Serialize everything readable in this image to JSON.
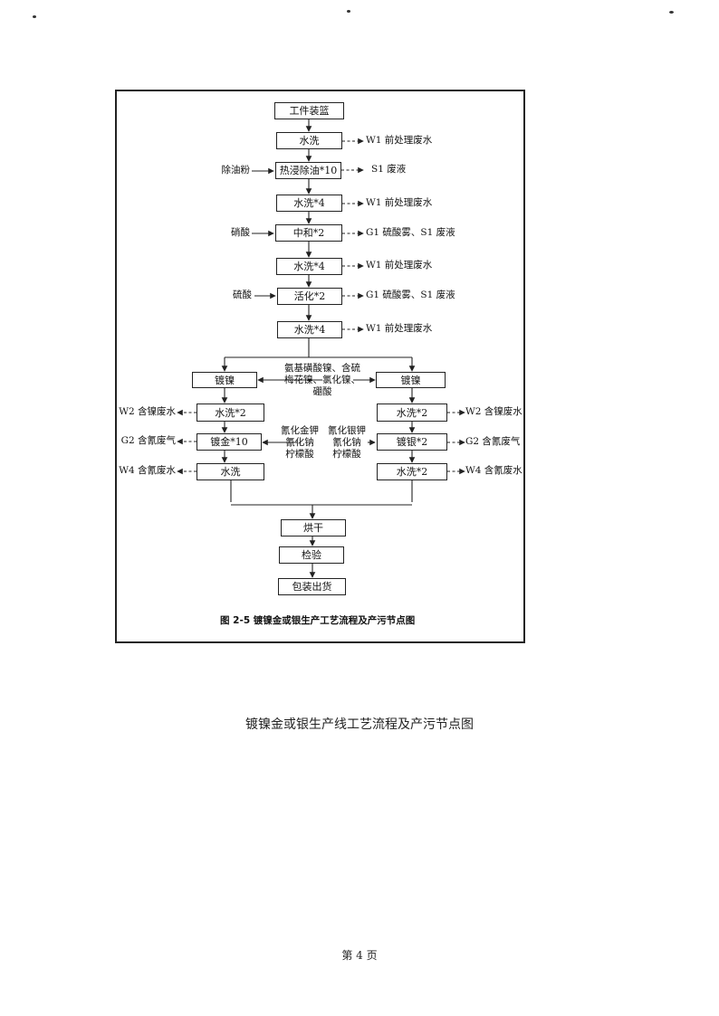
{
  "diagram": {
    "figure_caption": "图 2-5   镀镍金或银生产工艺流程及产污节点图",
    "main_steps": [
      "工件装篮",
      "水洗",
      "热浸除油*10",
      "水洗*4",
      "中和*2",
      "水洗*4",
      "活化*2",
      "水洗*4"
    ],
    "inputs": {
      "degrease_agent": "除油粉",
      "nitric_acid": "硝酸",
      "sulfuric_acid": "硫酸"
    },
    "outputs_main": [
      "W1 前处理废水",
      "S1 废液",
      "W1 前处理废水",
      "G1 硫酸雾、S1 废液",
      "W1 前处理废水",
      "G1 硫酸雾、S1 废液",
      "W1 前处理废水"
    ],
    "left_branch": [
      "镀镍",
      "水洗*2",
      "镀金*10",
      "水洗"
    ],
    "right_branch": [
      "镀镍",
      "水洗*2",
      "镀银*2",
      "水洗*2"
    ],
    "left_outputs": [
      "W2 含镍废水",
      "G2 含氰废气",
      "W4 含氰废水"
    ],
    "right_outputs": [
      "W2 含镍废水",
      "G2 含氰废气",
      "W4 含氰废水"
    ],
    "nickel_chemicals": [
      "氨基磺酸镍、含硫",
      "梅花镍、氯化镍、",
      "硼酸"
    ],
    "gold_chemicals": [
      "氰化金钾",
      "氰化钠",
      "柠檬酸"
    ],
    "silver_chemicals": [
      "氰化银钾",
      "氰化钠",
      "柠檬酸"
    ],
    "final_steps": [
      "烘干",
      "检验",
      "包装出货"
    ]
  },
  "page": {
    "caption": "镀镍金或银生产线工艺流程及产污节点图",
    "page_number": "第 4 页"
  }
}
